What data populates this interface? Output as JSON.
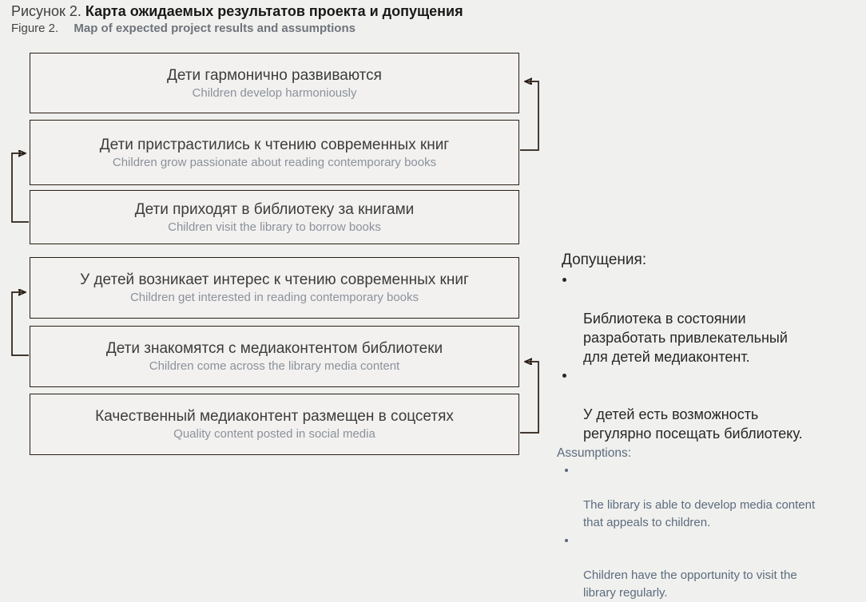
{
  "title": {
    "ru_label": "Рисунок 2.",
    "ru_bold": "Карта ожидаемых результатов проекта и допущения",
    "en_label": "Figure 2.",
    "en_bold": "Map of expected project results and assumptions"
  },
  "boxes": [
    {
      "id": "box-1",
      "ru": "Дети гармонично развиваются",
      "en": "Children develop harmoniously"
    },
    {
      "id": "box-2",
      "ru": "Дети пристрастились к чтению современных книг",
      "en": "Children grow passionate about reading contemporary books"
    },
    {
      "id": "box-3",
      "ru": "Дети приходят в библиотеку за книгами",
      "en": "Children visit the library to borrow books"
    },
    {
      "id": "box-4",
      "ru": "У детей возникает интерес к чтению современных книг",
      "en": "Children get interested in reading contemporary books"
    },
    {
      "id": "box-5",
      "ru": "Дети знакомятся с медиаконтентом библиотеки",
      "en": "Children come across the library media content"
    },
    {
      "id": "box-6",
      "ru": "Качественный медиаконтент размещен в соцсетях",
      "en": "Quality content posted in social media"
    }
  ],
  "edges": [
    {
      "from": "box-2",
      "to": "box-1",
      "side": "right"
    },
    {
      "from": "box-3",
      "to": "box-2",
      "side": "left"
    },
    {
      "from": "box-5",
      "to": "box-4",
      "side": "left"
    },
    {
      "from": "box-6",
      "to": "box-5",
      "side": "right"
    }
  ],
  "assumptions": {
    "ru_heading": "Допущения:",
    "ru_items": [
      "Библиотека в состоянии\nразработать привлекательный\nдля детей медиаконтент.",
      "У детей есть возможность\nрегулярно посещать библиотеку."
    ],
    "en_heading": "Assumptions:",
    "en_items": [
      "The library is able to develop media content\nthat appeals to children.",
      "Children have the opportunity to visit the\nlibrary regularly."
    ]
  },
  "colors": {
    "page_background": "#f0f0ee",
    "box_fill": "#f2f1ef",
    "box_border": "#291e15",
    "box_text_ru": "#3c3c3c",
    "box_text_en": "#8b919b",
    "title_bold_ru": "#191919",
    "title_bold_en": "#6e747c",
    "assumptions_ru": "#272727",
    "assumptions_en": "#5b6c7e"
  }
}
